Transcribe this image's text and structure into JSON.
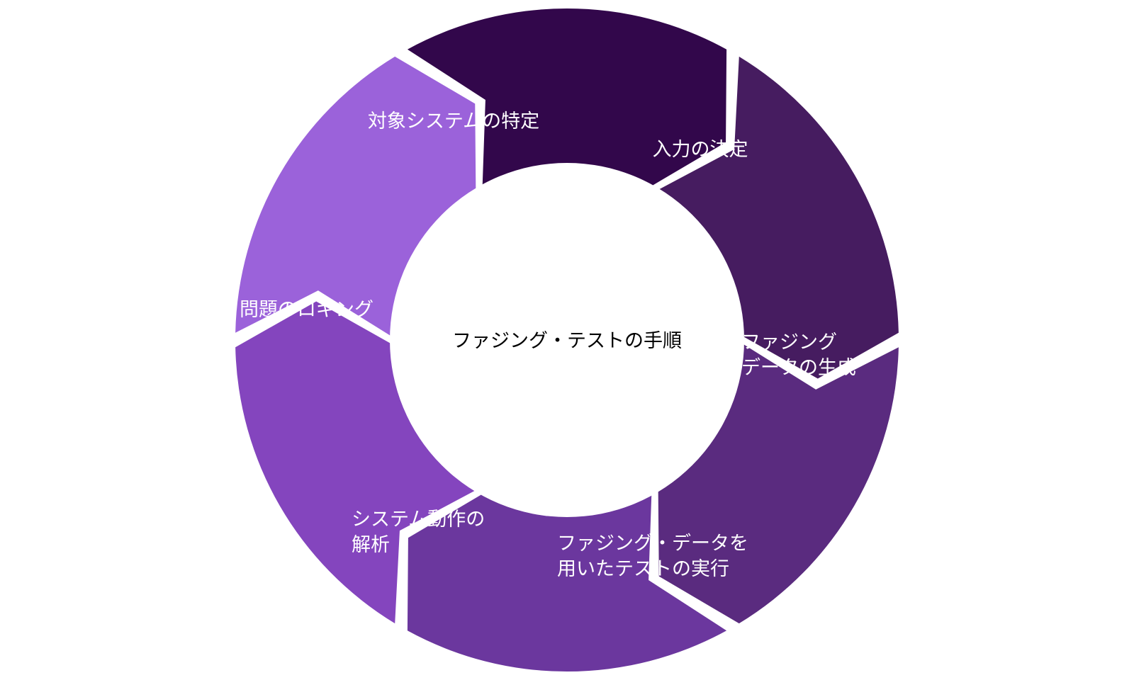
{
  "center": {
    "title": "ファジング・テストの手順"
  },
  "steps": [
    {
      "lines": [
        "対象システムの特定"
      ],
      "color": "#32074b"
    },
    {
      "lines": [
        "入力の決定"
      ],
      "color": "#461c60"
    },
    {
      "lines": [
        "ファジング",
        "データの生成"
      ],
      "color": "#5a2b7f"
    },
    {
      "lines": [
        "ファジング・データを",
        "用いたテストの実行"
      ],
      "color": "#6b379e"
    },
    {
      "lines": [
        "システム動作の",
        "解析"
      ],
      "color": "#8445be"
    },
    {
      "lines": [
        "問題のロギング"
      ],
      "color": "#9b62da"
    }
  ]
}
